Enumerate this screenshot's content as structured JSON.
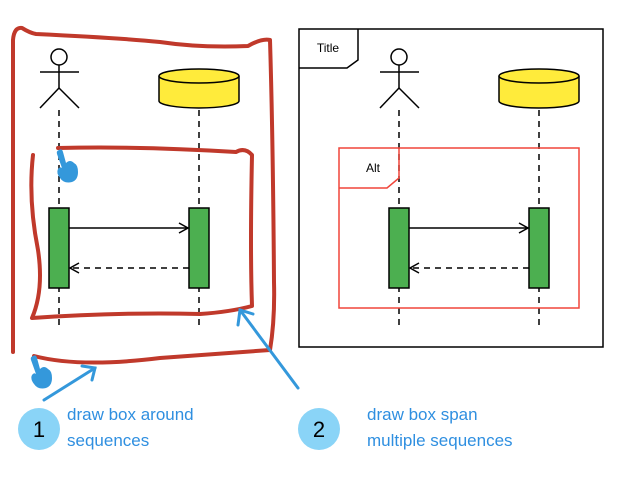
{
  "colors": {
    "freehand_stroke": "#c0392b",
    "hand_and_arrow": "#3498db",
    "step_circle": "#8ad4f7",
    "step_text": "#2f8fe0",
    "lifeline_box": "#4caf50",
    "database": "#ffeb3b",
    "combined_fragment": "#f0453a",
    "frame": "#000000"
  },
  "left_diagram": {
    "participants": [
      {
        "type": "actor",
        "icon": "actor-stick-figure-icon"
      },
      {
        "type": "database",
        "icon": "database-cylinder-icon"
      }
    ],
    "messages": [
      {
        "from": 0,
        "to": 1,
        "style": "solid"
      },
      {
        "from": 1,
        "to": 0,
        "style": "dashed"
      }
    ],
    "gesture_icons": [
      "hand-pointer-icon",
      "hand-pointer-icon"
    ]
  },
  "right_diagram": {
    "frame_title": "Title",
    "fragment_label": "Alt",
    "participants": [
      {
        "type": "actor",
        "icon": "actor-stick-figure-icon"
      },
      {
        "type": "database",
        "icon": "database-cylinder-icon"
      }
    ],
    "messages": [
      {
        "from": 0,
        "to": 1,
        "style": "solid"
      },
      {
        "from": 1,
        "to": 0,
        "style": "dashed"
      }
    ]
  },
  "steps": [
    {
      "number": "1",
      "line1": "draw box around",
      "line2": "sequences"
    },
    {
      "number": "2",
      "line1": "draw box span",
      "line2": "multiple sequences"
    }
  ]
}
